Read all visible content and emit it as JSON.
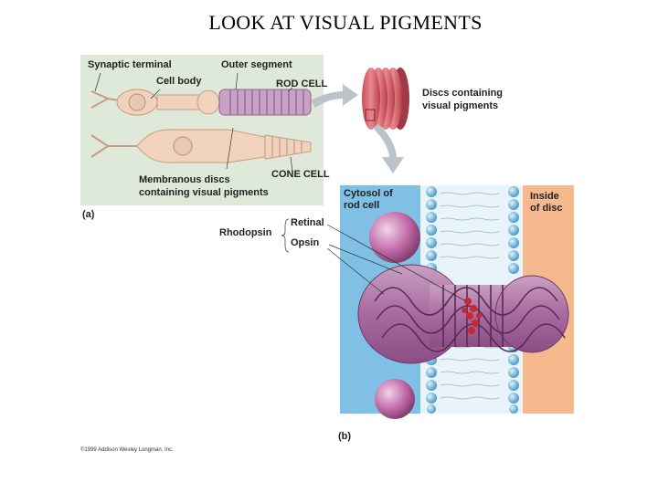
{
  "title": "LOOK AT VISUAL PIGMENTS",
  "panel_a": {
    "label": "(a)",
    "synaptic_terminal": "Synaptic terminal",
    "outer_segment": "Outer segment",
    "cell_body": "Cell body",
    "rod_cell": "ROD CELL",
    "cone_cell": "CONE CELL",
    "membranous_discs_line1": "Membranous discs",
    "membranous_discs_line2": "containing visual pigments"
  },
  "discs_label_line1": "Discs containing",
  "discs_label_line2": "visual pigments",
  "panel_b": {
    "label": "(b)",
    "cytosol_line1": "Cytosol of",
    "cytosol_line2": "rod cell",
    "inside_line1": "Inside",
    "inside_line2": "of disc",
    "rhodopsin": "Rhodopsin",
    "retinal": "Retinal",
    "opsin": "Opsin"
  },
  "copyright": "©1999 Addison Wesley Longman, Inc.",
  "colors": {
    "panel_a_bg": "#dfe9d9",
    "rod_body": "#f1d3bd",
    "rod_outer": "#c9a3c6",
    "cytosol": "#7fc0e4",
    "disc_inside": "#f6b98e",
    "protein": "#a8578e",
    "arrow": "#bcc3c8"
  }
}
